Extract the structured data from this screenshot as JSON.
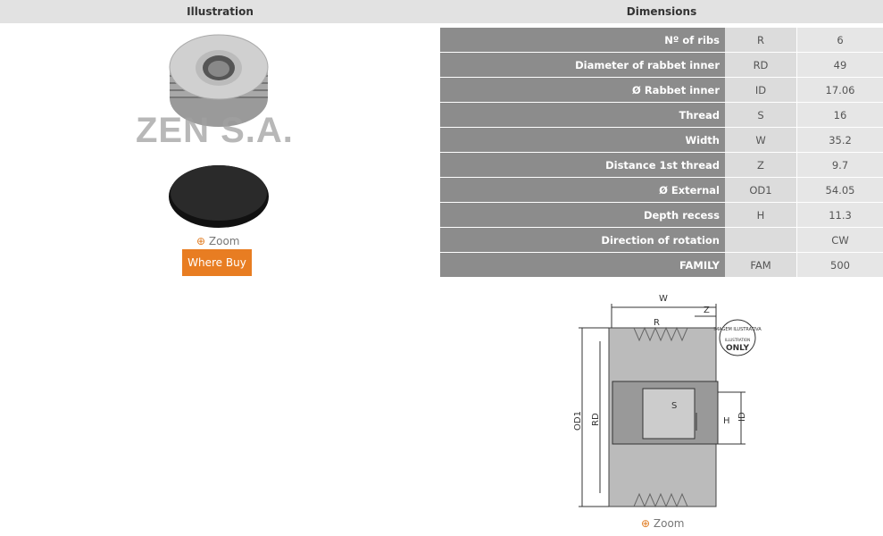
{
  "header": {
    "illustration": "Illustration",
    "dimensions": "Dimensions"
  },
  "left": {
    "watermark": "ZEN S.A.",
    "zoom_label": "Zoom",
    "where_buy": "Where Buy"
  },
  "dimensions": [
    {
      "label": "Nº of ribs",
      "code": "R",
      "value": "6"
    },
    {
      "label": "Diameter of rabbet inner",
      "code": "RD",
      "value": "49"
    },
    {
      "label": "Ø Rabbet inner",
      "code": "ID",
      "value": "17.06"
    },
    {
      "label": "Thread",
      "code": "S",
      "value": "16"
    },
    {
      "label": "Width",
      "code": "W",
      "value": "35.2"
    },
    {
      "label": "Distance 1st thread",
      "code": "Z",
      "value": "9.7"
    },
    {
      "label": "Ø External",
      "code": "OD1",
      "value": "54.05"
    },
    {
      "label": "Depth recess",
      "code": "H",
      "value": "11.3"
    },
    {
      "label": "Direction of rotation",
      "code": "",
      "value": "CW"
    },
    {
      "label": "FAMILY",
      "code": "FAM",
      "value": "500"
    }
  ],
  "diagram": {
    "labels": {
      "W": "W",
      "Z": "Z",
      "R": "R",
      "S": "S",
      "H": "H",
      "ID": "ID",
      "RD": "RD",
      "OD1": "OD1"
    },
    "stamp_top": "IMAGEM ILUSTRATIVA",
    "stamp_mid": "ILLUSTRATION",
    "stamp_bottom": "ONLY",
    "zoom_label": "Zoom"
  }
}
